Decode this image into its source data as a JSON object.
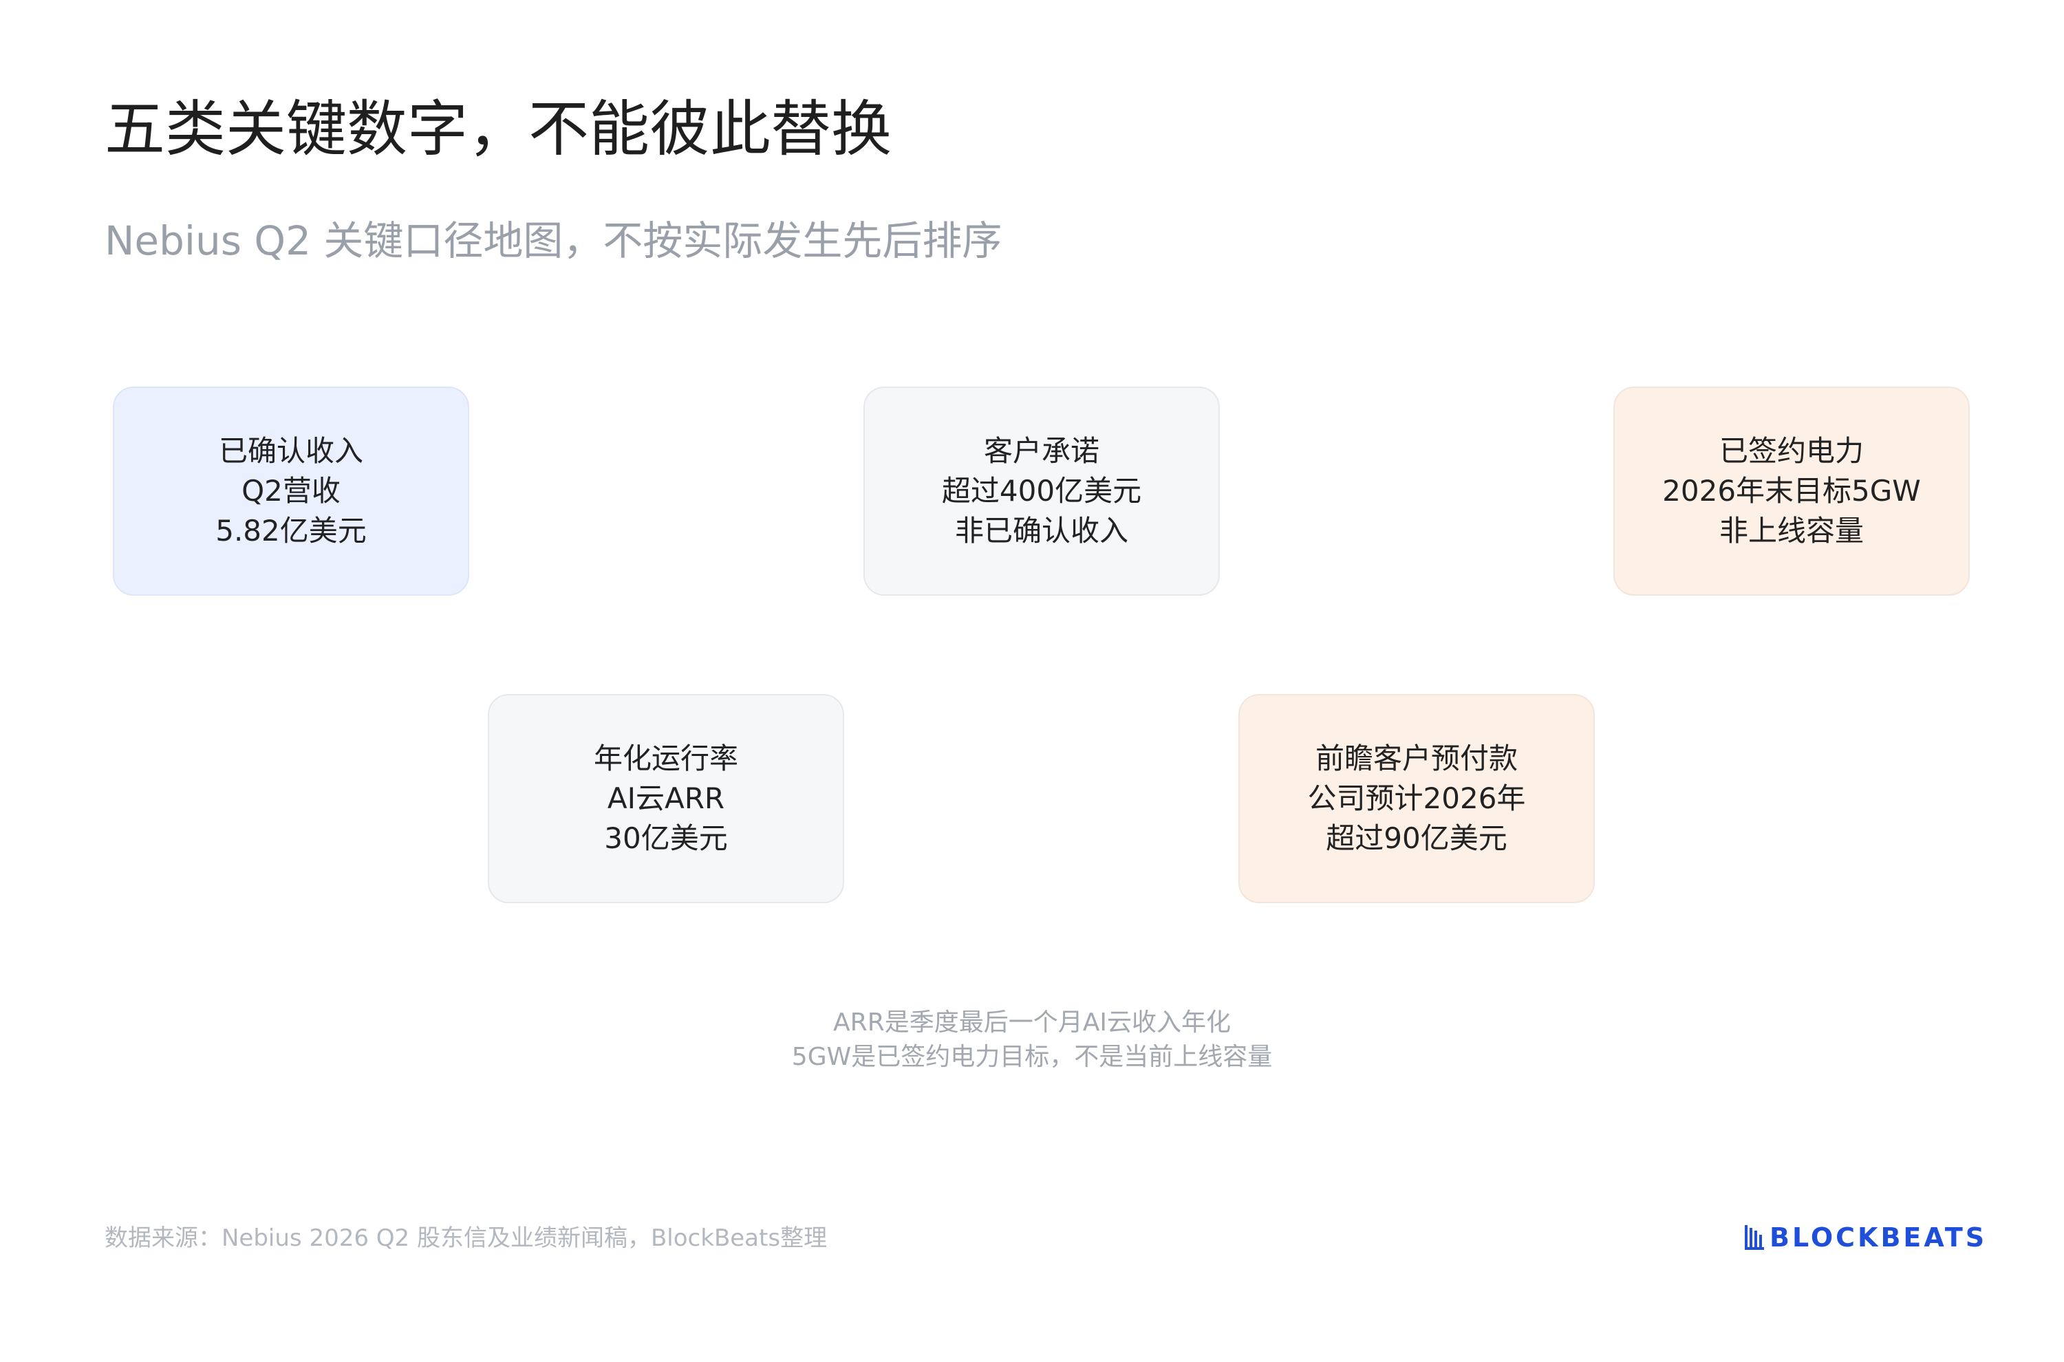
{
  "title": "五类关键数字，不能彼此替换",
  "subtitle": "Nebius Q2 关键口径地图，不按实际发生先后排序",
  "cards": [
    {
      "lines": [
        "已确认收入",
        "Q2营收",
        "5.82亿美元"
      ],
      "color": "#eaf0fe"
    },
    {
      "lines": [
        "客户承诺",
        "超过400亿美元",
        "非已确认收入"
      ],
      "color": "#f6f7f9"
    },
    {
      "lines": [
        "已签约电力",
        "2026年末目标5GW",
        "非上线容量"
      ],
      "color": "#fdf1e7"
    },
    {
      "lines": [
        "年化运行率",
        "AI云ARR",
        "30亿美元"
      ],
      "color": "#f6f7f9"
    },
    {
      "lines": [
        "前瞻客户预付款",
        "公司预计2026年",
        "超过90亿美元"
      ],
      "color": "#fdf1e7"
    }
  ],
  "note": {
    "lines": [
      "ARR是季度最后一个月AI云收入年化",
      "5GW是已签约电力目标，不是当前上线容量"
    ]
  },
  "source": "数据来源：Nebius 2026 Q2 股东信及业绩新闻稿，BlockBeats整理",
  "logo": {
    "text": "BLOCKBEATS",
    "icon": "blockbeats-logo-icon",
    "color": "#1f4fd8"
  }
}
